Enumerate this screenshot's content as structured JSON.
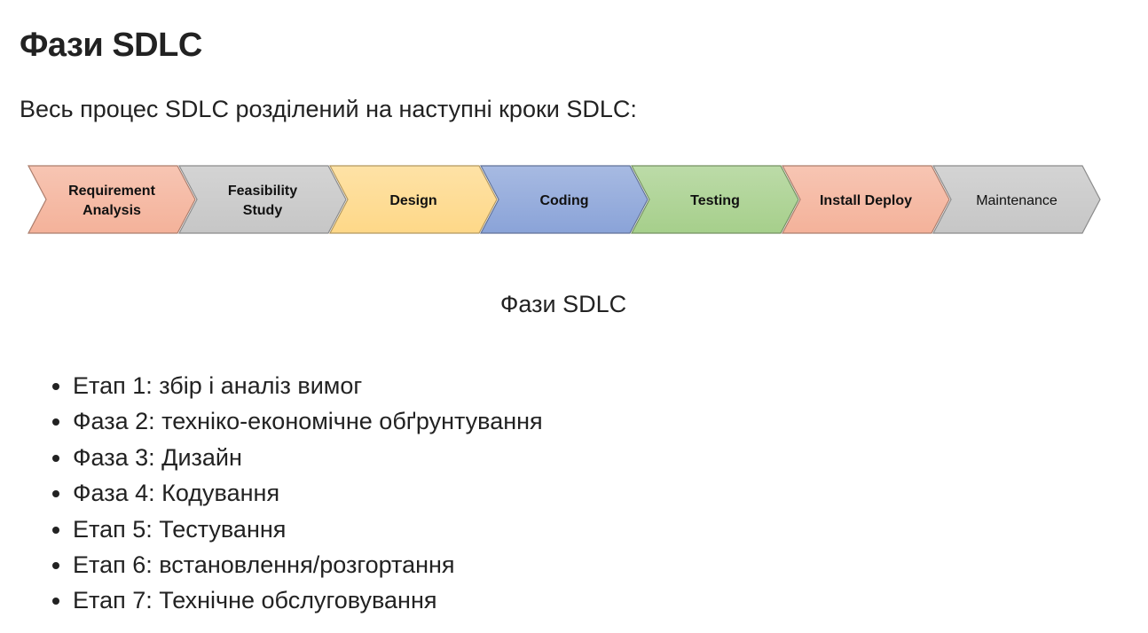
{
  "heading": "Фази SDLC",
  "intro": "Весь процес SDLC розділений на наступні кроки SDLC:",
  "diagram": {
    "stages": [
      {
        "lines": [
          "Requirement",
          "Analysis"
        ],
        "color": "#f4b29a",
        "icon": "chevron-stage"
      },
      {
        "lines": [
          "Feasibility",
          "Study"
        ],
        "color": "#c6c6c6",
        "icon": "chevron-stage"
      },
      {
        "lines": [
          "Design"
        ],
        "color": "#fed888",
        "icon": "chevron-stage"
      },
      {
        "lines": [
          "Coding"
        ],
        "color": "#8aa3d8",
        "icon": "chevron-stage"
      },
      {
        "lines": [
          "Testing"
        ],
        "color": "#a6cf8b",
        "icon": "chevron-stage"
      },
      {
        "lines": [
          "Install Deploy"
        ],
        "color": "#f4b29a",
        "icon": "chevron-stage"
      },
      {
        "lines": [
          "Maintenance"
        ],
        "color": "#c6c6c6",
        "icon": "chevron-stage"
      }
    ],
    "caption": "Фази SDLC"
  },
  "phases": [
    "Етап 1: збір і аналіз вимог",
    "Фаза 2: техніко-економічне обґрунтування",
    "Фаза 3: Дизайн",
    "Фаза 4: Кодування",
    "Етап 5: Тестування",
    "Етап 6: встановлення/розгортання",
    "Етап 7: Технічне обслуговування"
  ]
}
